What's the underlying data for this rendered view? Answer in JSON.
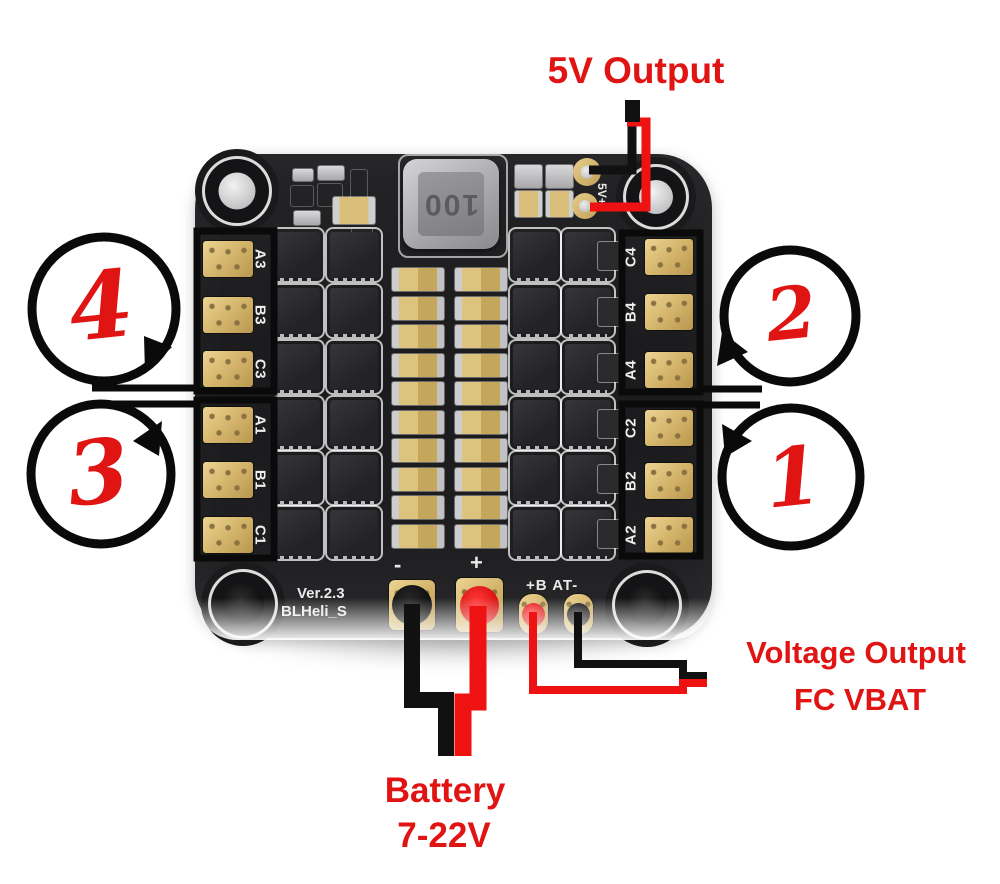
{
  "annotations": {
    "five_v_output": "5V Output",
    "battery_line1": "Battery",
    "battery_line2": "7-22V",
    "voltage_line1": "Voltage Output",
    "voltage_line2": "FC VBAT",
    "motor_top_left": "4",
    "motor_bottom_left": "3",
    "motor_top_right": "2",
    "motor_bottom_right": "1"
  },
  "board": {
    "silkscreen": {
      "version": "Ver.2.3",
      "firmware": "BLHeli_S",
      "inductor_marking": "100",
      "five_v_pads": "5V+",
      "battery_pads": "+B AT-",
      "minus_mark": "-",
      "plus_mark": "+"
    },
    "motor_pads_left": [
      "A3",
      "B3",
      "C3",
      "A1",
      "B1",
      "C1"
    ],
    "motor_pads_right": [
      "C4",
      "B4",
      "A4",
      "C2",
      "B2",
      "A2"
    ]
  },
  "colors": {
    "annotation_red": "#e11414",
    "wire_red": "#ee1212",
    "wire_black": "#111111",
    "pad_gold": "#d2b268",
    "pcb_black": "#1c1c1e"
  }
}
